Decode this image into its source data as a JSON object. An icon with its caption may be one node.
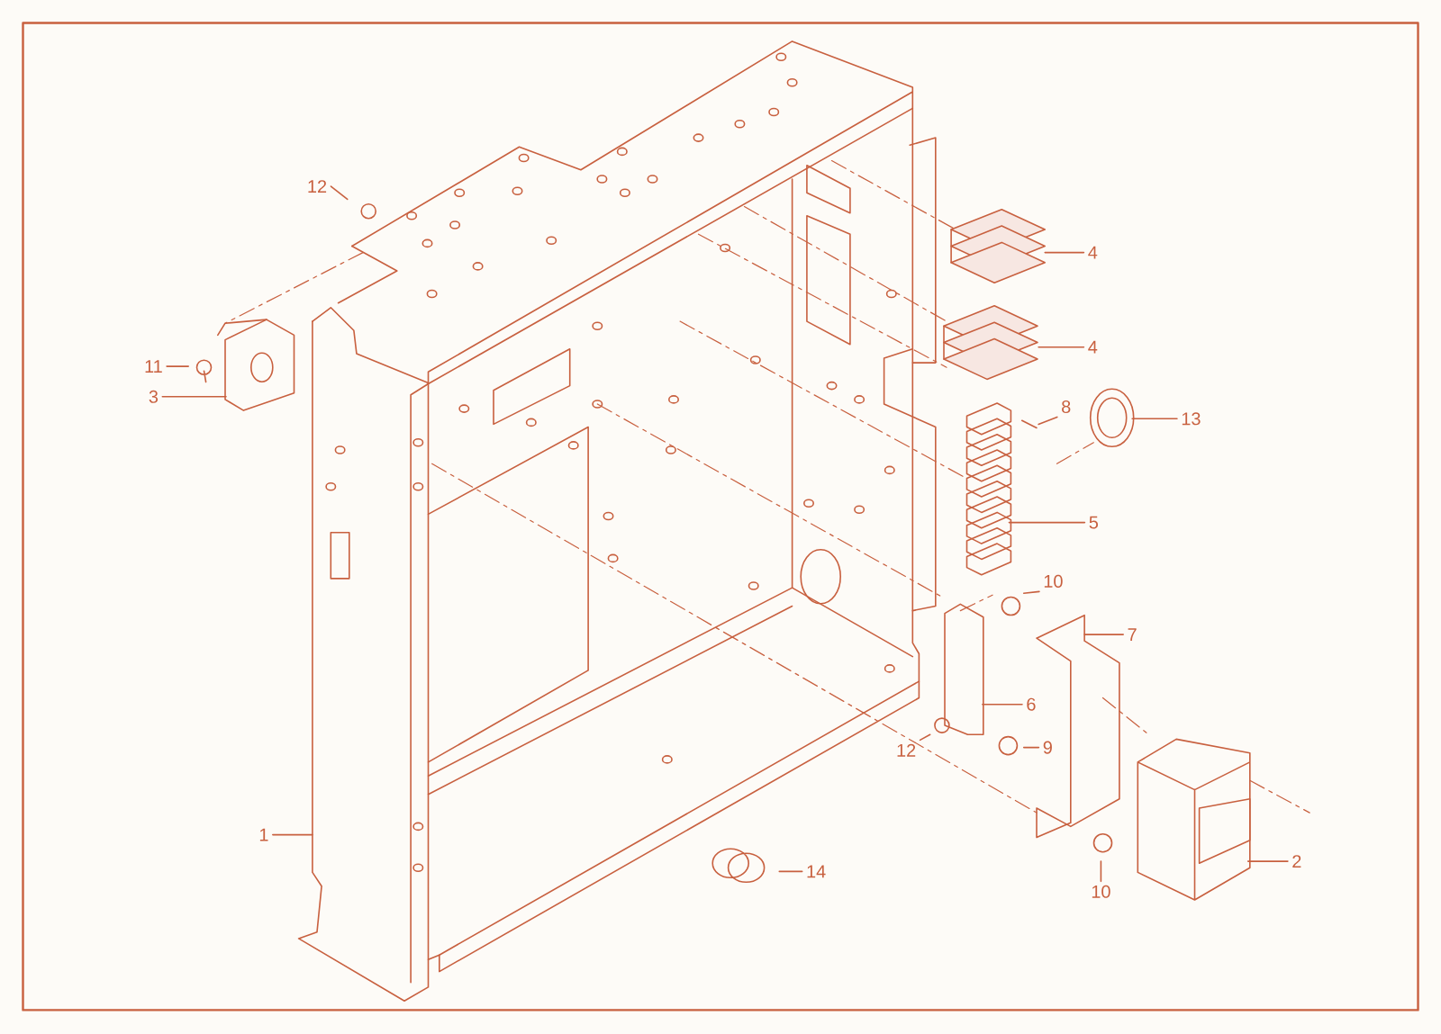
{
  "diagram": {
    "nodes": [
      {
        "text": [
          "12"
        ]
      },
      {
        "text": [
          "4"
        ]
      },
      {
        "text": [
          "4"
        ]
      },
      {
        "text": [
          "11"
        ]
      },
      {
        "text": [
          "3"
        ]
      },
      {
        "text": [
          "8"
        ]
      },
      {
        "text": [
          "13"
        ]
      },
      {
        "text": [
          "5"
        ]
      },
      {
        "text": [
          "10"
        ]
      },
      {
        "text": [
          "7"
        ]
      },
      {
        "text": [
          "6"
        ]
      },
      {
        "text": [
          "12"
        ]
      },
      {
        "text": [
          "9"
        ]
      },
      {
        "text": [
          "1"
        ]
      },
      {
        "text": [
          "2"
        ]
      },
      {
        "text": [
          "14"
        ]
      },
      {
        "text": [
          "10"
        ]
      }
    ],
    "edges": [
      {
        "from": 0,
        "to": null,
        "arrow": "none"
      },
      {
        "from": 1,
        "to": null,
        "arrow": "none"
      },
      {
        "from": 2,
        "to": null,
        "arrow": "none"
      },
      {
        "from": 3,
        "to": null,
        "arrow": "none"
      },
      {
        "from": 4,
        "to": null,
        "arrow": "none"
      },
      {
        "from": 5,
        "to": null,
        "arrow": "none"
      },
      {
        "from": 6,
        "to": null,
        "arrow": "none"
      },
      {
        "from": 7,
        "to": null,
        "arrow": "none"
      },
      {
        "from": 8,
        "to": null,
        "arrow": "none"
      },
      {
        "from": 9,
        "to": null,
        "arrow": "none"
      },
      {
        "from": 10,
        "to": null,
        "arrow": "none"
      },
      {
        "from": 11,
        "to": null,
        "arrow": "none"
      },
      {
        "from": 12,
        "to": null,
        "arrow": "none"
      },
      {
        "from": 13,
        "to": null,
        "arrow": "none"
      },
      {
        "from": 14,
        "to": null,
        "arrow": "none"
      },
      {
        "from": 15,
        "to": null,
        "arrow": "none"
      },
      {
        "from": 16,
        "to": null,
        "arrow": "none"
      }
    ]
  }
}
